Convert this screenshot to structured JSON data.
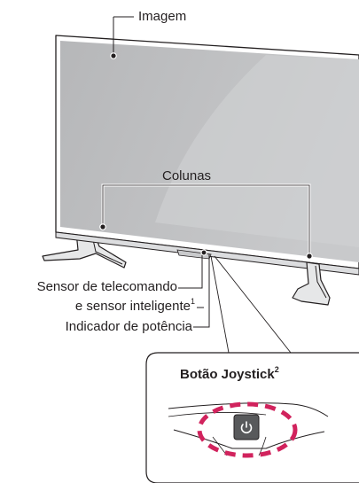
{
  "labels": {
    "screen": "Imagem",
    "speakers": "Colunas",
    "remote_sensor_line1": "Sensor de telecomando",
    "remote_sensor_line2": "e sensor inteligente",
    "remote_sensor_note": "1",
    "power_indicator": "Indicador de potência",
    "joystick_button": "Botão Joystick",
    "joystick_note": "2"
  },
  "icons": {
    "power": "power-icon"
  },
  "colors": {
    "screen_gray": "#bcbdbf",
    "highlight_dashes": "#d1235d",
    "button_dark": "#58595b",
    "line": "#231f20"
  }
}
